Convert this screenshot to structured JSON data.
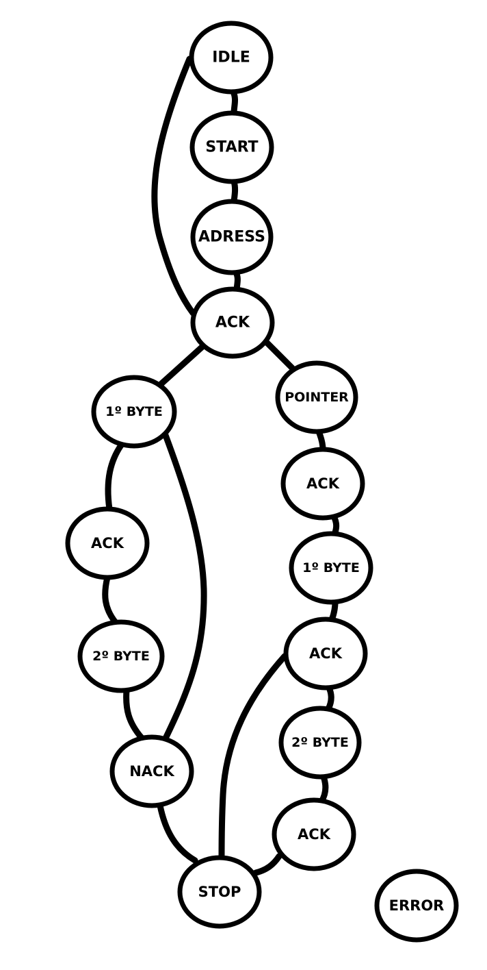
{
  "diagram": {
    "nodes": [
      {
        "id": "idle",
        "label": "IDLE"
      },
      {
        "id": "start",
        "label": "START"
      },
      {
        "id": "adress",
        "label": "ADRESS"
      },
      {
        "id": "ack_main",
        "label": "ACK"
      },
      {
        "id": "byte1_left",
        "label": "1º BYTE"
      },
      {
        "id": "ack_left",
        "label": "ACK"
      },
      {
        "id": "byte2_left",
        "label": "2º BYTE"
      },
      {
        "id": "nack",
        "label": "NACK"
      },
      {
        "id": "stop",
        "label": "STOP"
      },
      {
        "id": "pointer",
        "label": "POINTER"
      },
      {
        "id": "ack_r1",
        "label": "ACK"
      },
      {
        "id": "byte1_right",
        "label": "1º BYTE"
      },
      {
        "id": "ack_r2",
        "label": "ACK"
      },
      {
        "id": "byte2_right",
        "label": "2º BYTE"
      },
      {
        "id": "ack_r3",
        "label": "ACK"
      },
      {
        "id": "error",
        "label": "ERROR"
      }
    ],
    "edges": [
      {
        "from": "idle",
        "to": "start"
      },
      {
        "from": "start",
        "to": "adress"
      },
      {
        "from": "adress",
        "to": "ack_main"
      },
      {
        "from": "idle",
        "to": "ack_main"
      },
      {
        "from": "ack_main",
        "to": "byte1_left"
      },
      {
        "from": "ack_main",
        "to": "pointer"
      },
      {
        "from": "byte1_left",
        "to": "ack_left"
      },
      {
        "from": "ack_left",
        "to": "byte2_left"
      },
      {
        "from": "byte2_left",
        "to": "nack"
      },
      {
        "from": "byte1_left",
        "to": "nack"
      },
      {
        "from": "nack",
        "to": "stop"
      },
      {
        "from": "pointer",
        "to": "ack_r1"
      },
      {
        "from": "ack_r1",
        "to": "byte1_right"
      },
      {
        "from": "byte1_right",
        "to": "ack_r2"
      },
      {
        "from": "ack_r2",
        "to": "byte2_right"
      },
      {
        "from": "ack_r2",
        "to": "stop"
      },
      {
        "from": "byte2_right",
        "to": "ack_r3"
      },
      {
        "from": "ack_r3",
        "to": "stop"
      }
    ]
  }
}
